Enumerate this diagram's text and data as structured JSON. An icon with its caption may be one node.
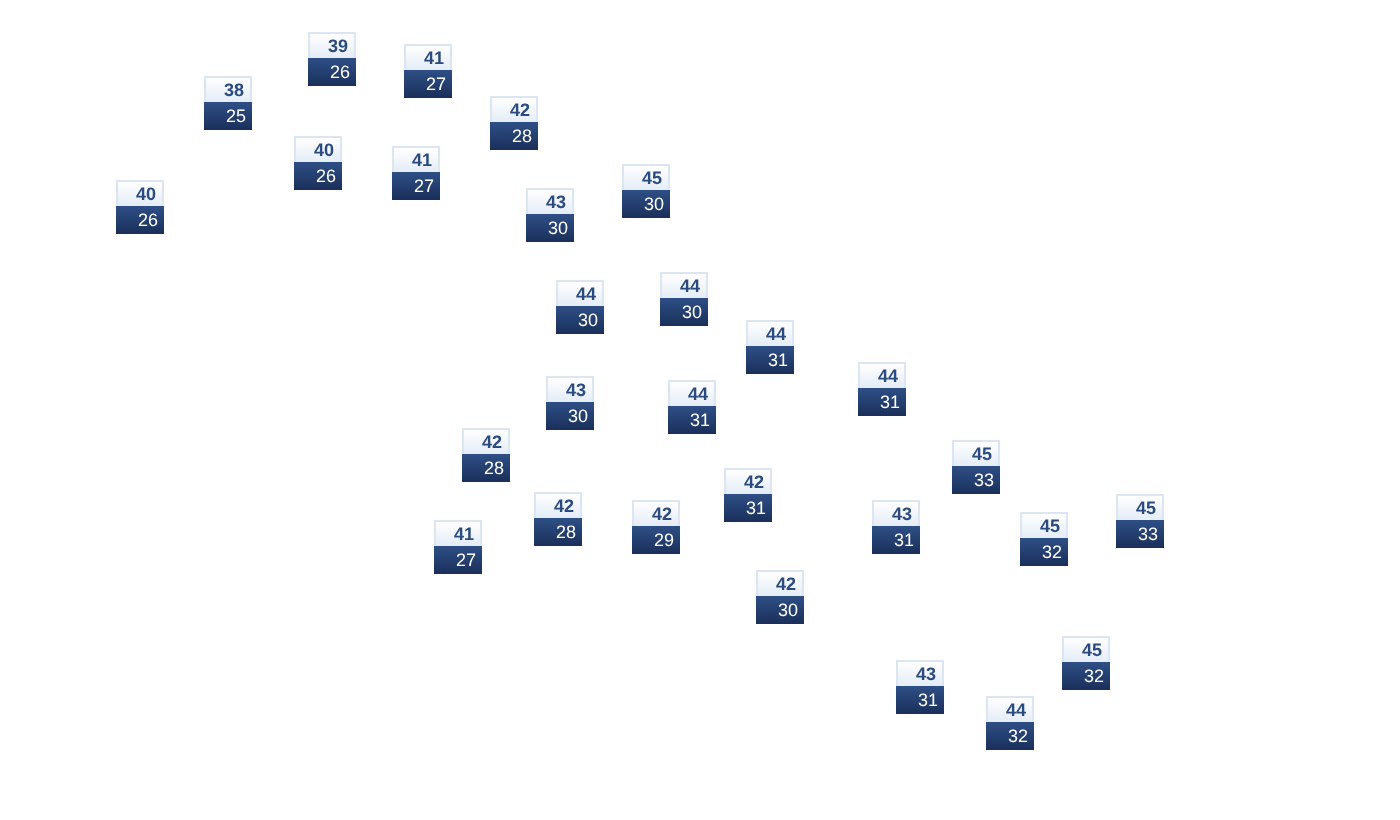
{
  "diagram": {
    "nodes": [
      {
        "text": [
          "39",
          "26"
        ]
      },
      {
        "text": [
          "41",
          "27"
        ]
      },
      {
        "text": [
          "38",
          "25"
        ]
      },
      {
        "text": [
          "42",
          "28"
        ]
      },
      {
        "text": [
          "40",
          "26"
        ]
      },
      {
        "text": [
          "41",
          "27"
        ]
      },
      {
        "text": [
          "45",
          "30"
        ]
      },
      {
        "text": [
          "40",
          "26"
        ]
      },
      {
        "text": [
          "43",
          "30"
        ]
      },
      {
        "text": [
          "44",
          "30"
        ]
      },
      {
        "text": [
          "44",
          "30"
        ]
      },
      {
        "text": [
          "44",
          "31"
        ]
      },
      {
        "text": [
          "44",
          "31"
        ]
      },
      {
        "text": [
          "43",
          "30"
        ]
      },
      {
        "text": [
          "44",
          "31"
        ]
      },
      {
        "text": [
          "42",
          "28"
        ]
      },
      {
        "text": [
          "45",
          "33"
        ]
      },
      {
        "text": [
          "42",
          "31"
        ]
      },
      {
        "text": [
          "45",
          "33"
        ]
      },
      {
        "text": [
          "42",
          "28"
        ]
      },
      {
        "text": [
          "42",
          "29"
        ]
      },
      {
        "text": [
          "43",
          "31"
        ]
      },
      {
        "text": [
          "45",
          "32"
        ]
      },
      {
        "text": [
          "41",
          "27"
        ]
      },
      {
        "text": [
          "42",
          "30"
        ]
      },
      {
        "text": [
          "45",
          "32"
        ]
      },
      {
        "text": [
          "43",
          "31"
        ]
      },
      {
        "text": [
          "44",
          "32"
        ]
      }
    ]
  }
}
